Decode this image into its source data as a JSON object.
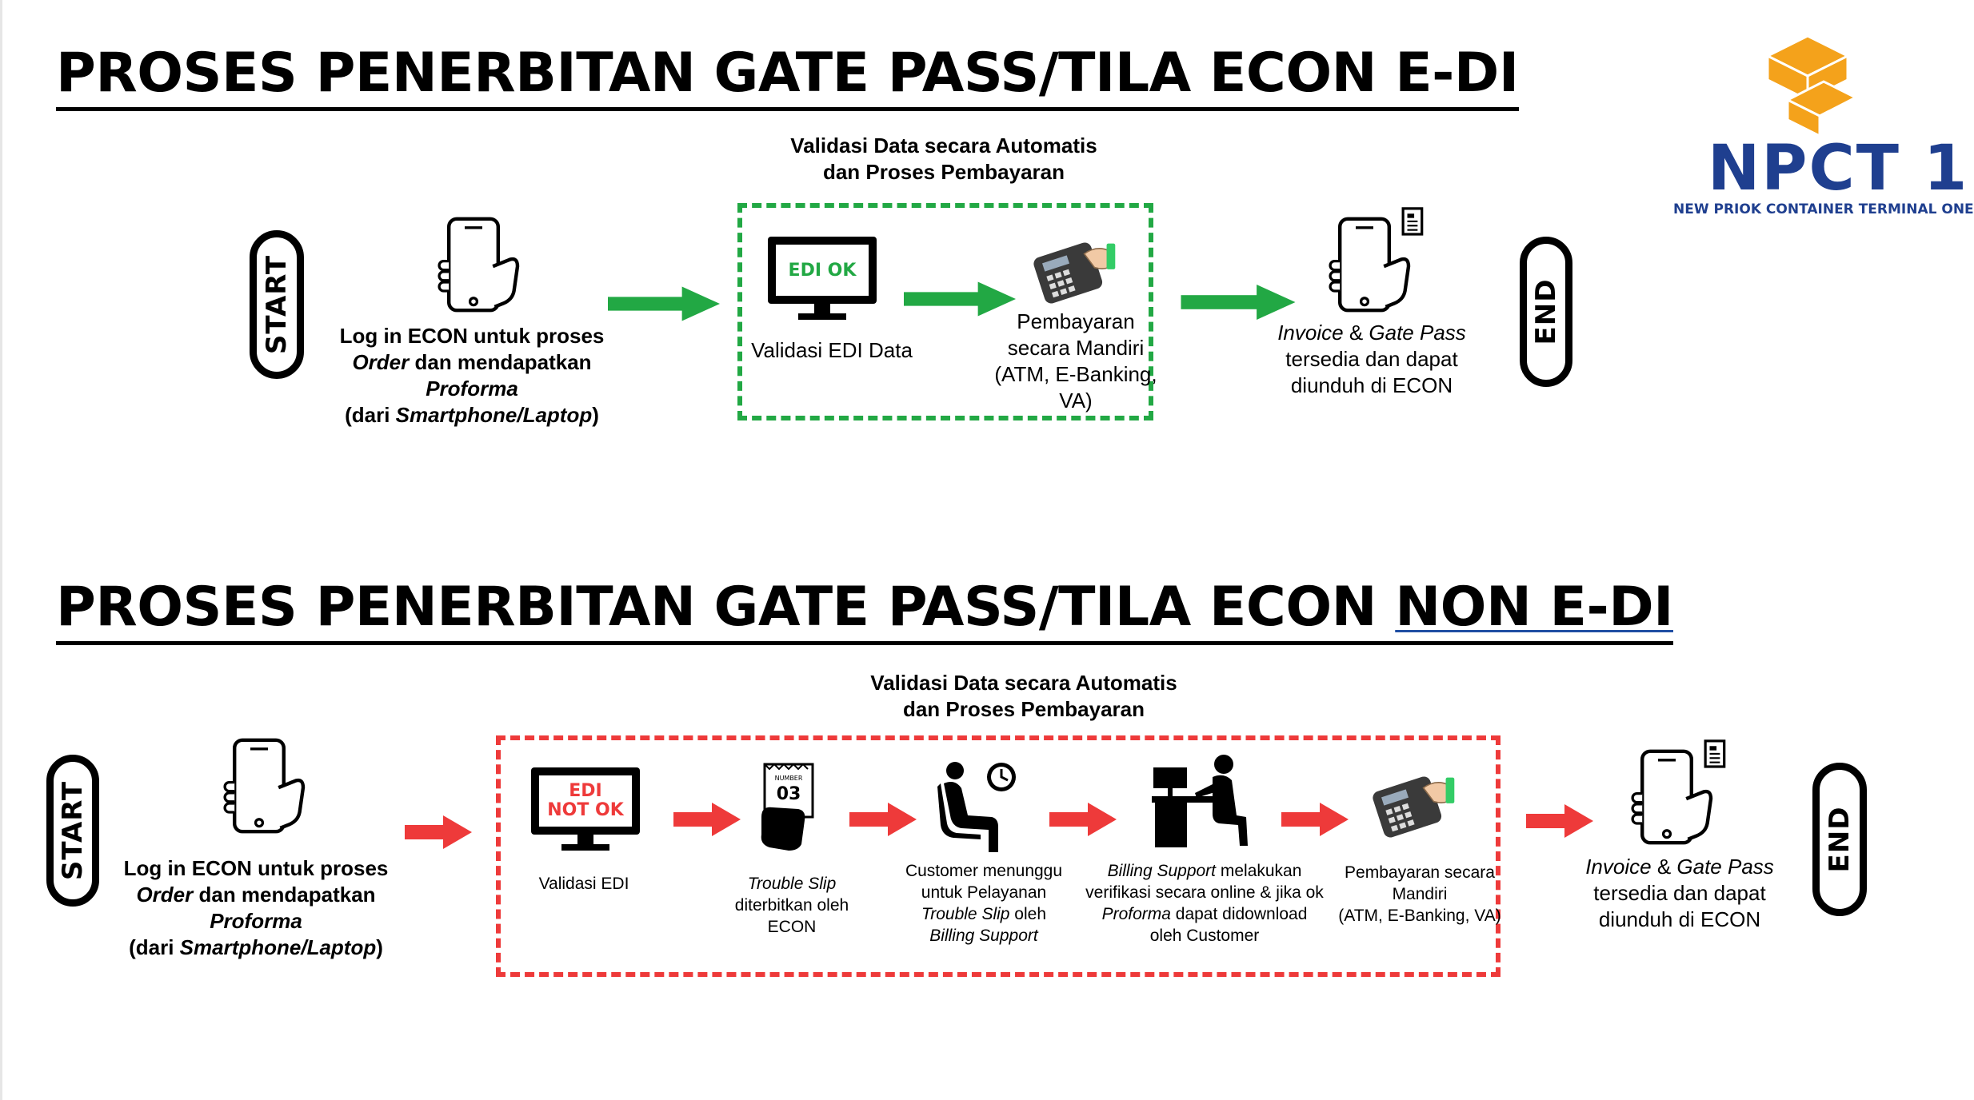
{
  "section1": {
    "title": "PROSES PENERBITAN GATE PASS/TILA ECON E-DI",
    "start": "START",
    "end": "END",
    "group_label_1": "Validasi Data secara Automatis",
    "group_label_2": "dan Proses Pembayaran",
    "step1": {
      "l1a": "Log in ECON untuk proses",
      "l2a": "Order",
      "l2b": " dan mendapatkan",
      "l3": "Proforma",
      "l4a": "(dari ",
      "l4b": "Smartphone/Laptop",
      "l4c": ")"
    },
    "monitor_text": "EDI OK",
    "step2": "Validasi EDI Data",
    "step3": {
      "l1": "Pembayaran",
      "l2": "secara Mandiri",
      "l3": "(ATM, E-Banking,",
      "l4": "VA)"
    },
    "step4": {
      "l1a": "Invoice",
      "l1b": " & ",
      "l1c": "Gate Pass",
      "l2": "tersedia dan dapat",
      "l3": "diunduh di ECON"
    }
  },
  "section2": {
    "title_a": "PROSES PENERBITAN GATE PASS/TILA ECON ",
    "title_b": "NON E-DI",
    "start": "START",
    "end": "END",
    "group_label_1": "Validasi Data secara Automatis",
    "group_label_2": "dan Proses Pembayaran",
    "step1": {
      "l1a": "Log in ECON untuk proses",
      "l2a": "Order",
      "l2b": " dan mendapatkan",
      "l3": "Proforma",
      "l4a": "(dari ",
      "l4b": "Smartphone/Laptop",
      "l4c": ")"
    },
    "monitor_l1": "EDI",
    "monitor_l2": "NOT OK",
    "step2": "Validasi EDI",
    "ticket_header": "NUMBER",
    "ticket_number": "03",
    "step3": {
      "l1": "Trouble Slip",
      "l2": "diterbitkan oleh",
      "l3": "ECON"
    },
    "step4": {
      "l1": "Customer menunggu",
      "l2": "untuk Pelayanan",
      "l3a": "Trouble Slip",
      "l3b": " oleh",
      "l4": "Billing Support"
    },
    "step5": {
      "l1a": "Billing Support",
      "l1b": " melakukan",
      "l2": "verifikasi secara online & jika ok",
      "l3a": "Proforma",
      "l3b": " dapat didownload",
      "l4": "oleh Customer"
    },
    "step6": {
      "l1": "Pembayaran secara",
      "l2": "Mandiri",
      "l3": "(ATM, E-Banking, VA)"
    },
    "step7": {
      "l1a": "Invoice",
      "l1b": " & ",
      "l1c": "Gate Pass",
      "l2": "tersedia dan dapat",
      "l3": "diunduh di ECON"
    }
  },
  "logo": {
    "name": "NPCT 1",
    "tagline": "NEW PRIOK CONTAINER TERMINAL ONE"
  },
  "colors": {
    "green": "#22a844",
    "red": "#ee3a3a",
    "brand_blue": "#1f3f8f",
    "brand_orange": "#f4a21b"
  }
}
